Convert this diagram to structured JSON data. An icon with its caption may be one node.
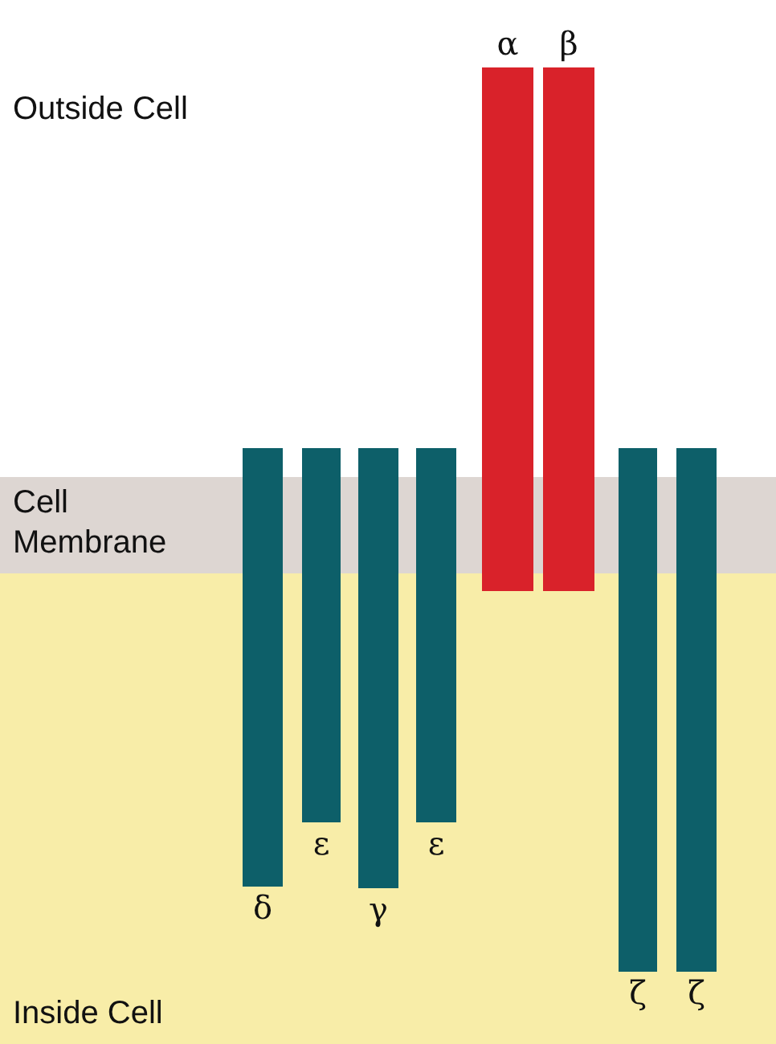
{
  "diagram": {
    "nodes": [
      {
        "text": [
          "Outside Cell"
        ]
      },
      {
        "text": [],
        "shape": "bar",
        "beside": [
          "α"
        ]
      },
      {
        "text": [],
        "shape": "bar",
        "beside": [
          "β"
        ]
      },
      {
        "text": [
          "Cell Membrane"
        ]
      },
      {
        "text": [],
        "shape": "bar",
        "beside": [
          "δ"
        ]
      },
      {
        "text": [],
        "shape": "bar",
        "beside": [
          "ε"
        ]
      },
      {
        "text": [],
        "shape": "bar",
        "beside": [
          "γ"
        ]
      },
      {
        "text": [],
        "shape": "bar",
        "beside": [
          "ε"
        ]
      },
      {
        "text": [],
        "shape": "bar",
        "beside": [
          "ζ"
        ]
      },
      {
        "text": [],
        "shape": "bar",
        "beside": [
          "ζ"
        ]
      },
      {
        "text": [
          "Inside Cell"
        ]
      }
    ],
    "edges": []
  }
}
